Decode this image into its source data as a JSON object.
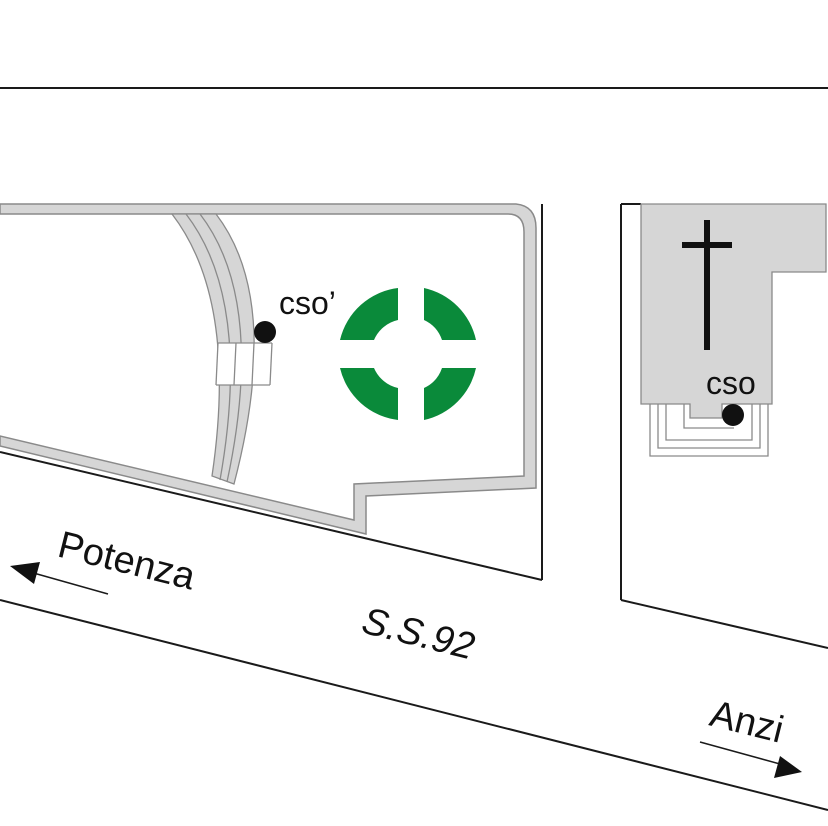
{
  "labels": {
    "cso_prime": "cso’",
    "cso": "cso",
    "potenza": "Potenza",
    "road": "S.S.92",
    "anzi": "Anzi"
  },
  "colors": {
    "lines": "#1a1a1a",
    "gray_fill": "#d6d6d6",
    "gray_stroke": "#8a8a8a",
    "target_green": "#0a8a3a",
    "background": "#ffffff"
  },
  "icons": {
    "target": "crosshair-target-icon",
    "cross": "cross-icon",
    "arrow_left": "arrow-left-icon",
    "arrow_right": "arrow-right-icon",
    "point": "marker-dot-icon"
  }
}
